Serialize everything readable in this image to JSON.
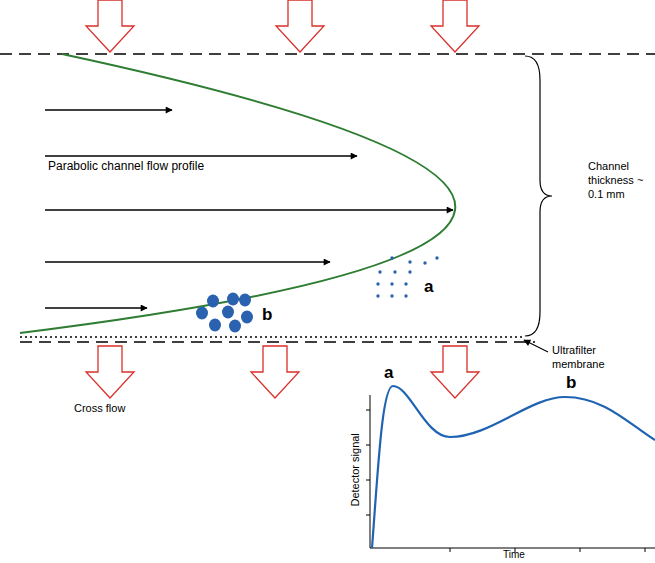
{
  "diagram": {
    "labels": [
      "Parabolic channel flow profile",
      "Channel thickness ~ 0.1 mm",
      "a",
      "b",
      "Ultrafilter membrane",
      "Cross flow",
      "a",
      "b",
      "Detector signal",
      "Time"
    ]
  }
}
